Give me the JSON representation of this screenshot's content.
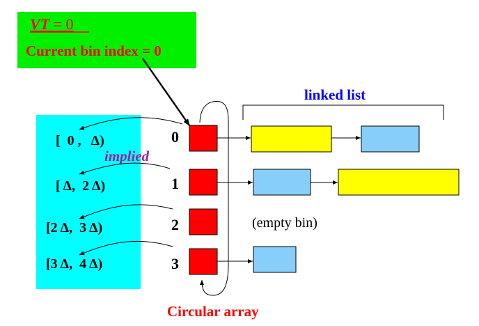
{
  "status_box": {
    "vt_var": "VT",
    "vt_eq": " = 0",
    "current_bin": "Current bin index = 0"
  },
  "linked_list_label": "linked list",
  "implied_label": "implied",
  "empty_bin_label": "(empty bin)",
  "circular_array_label": "Circular array",
  "bins": [
    {
      "index": "0",
      "interval": "[  0 ,   Δ)"
    },
    {
      "index": "1",
      "interval": "[ Δ,  2 Δ)"
    },
    {
      "index": "2",
      "interval": "[2 Δ,  3 Δ)"
    },
    {
      "index": "3",
      "interval": "[3 Δ,  4 Δ)"
    }
  ],
  "colors": {
    "status_box": "#00f000",
    "interval_panel": "#00ffff",
    "array_cell": "#ff0000",
    "node_yellow": "#ffff00",
    "node_blue": "#87cefa",
    "label_red": "#ff0000",
    "label_blue": "#0000ff",
    "label_purple": "#a020a0"
  }
}
